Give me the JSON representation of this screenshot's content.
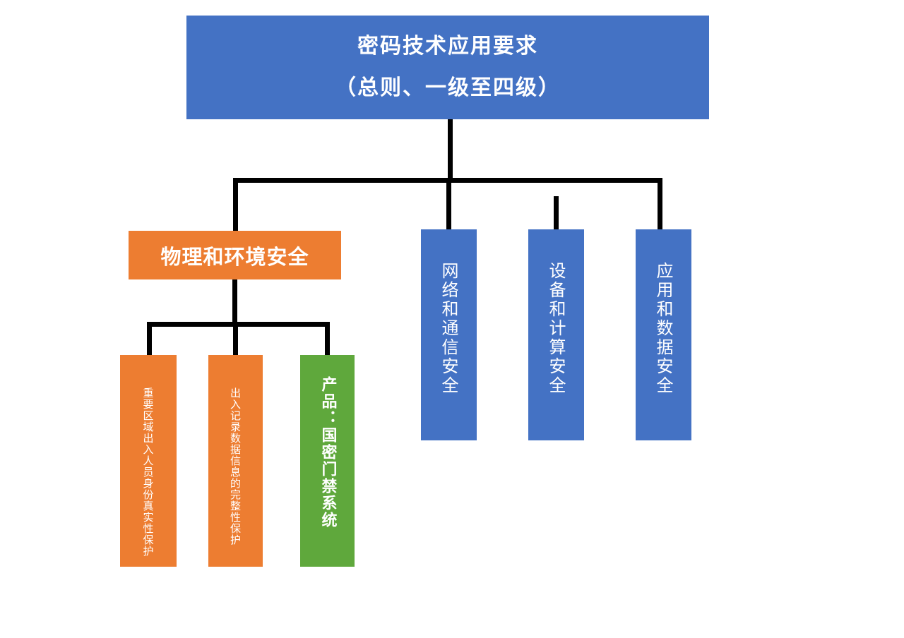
{
  "diagram": {
    "title_node": {
      "line1": "密码技术应用要求",
      "line2": "（总则、一级至四级）",
      "color": "#4472C4"
    },
    "level2": [
      {
        "label": "物理和环境安全",
        "color": "#ED7D31",
        "orientation": "horizontal"
      },
      {
        "label": "网络和通信安全",
        "color": "#4472C4",
        "orientation": "vertical"
      },
      {
        "label": "设备和计算安全",
        "color": "#4472C4",
        "orientation": "vertical"
      },
      {
        "label": "应用和数据安全",
        "color": "#4472C4",
        "orientation": "vertical"
      }
    ],
    "level3": [
      {
        "label": "重要区域出入人员身份真实性保护",
        "color": "#ED7D31",
        "orientation": "vertical"
      },
      {
        "label": "出入记录数据信息的完整性保护",
        "color": "#ED7D31",
        "orientation": "vertical"
      },
      {
        "label": "产品：国密门禁系统",
        "color": "#5FA83C",
        "orientation": "vertical"
      }
    ],
    "connector_color": "#000000",
    "background_color": "#FFFFFF"
  }
}
